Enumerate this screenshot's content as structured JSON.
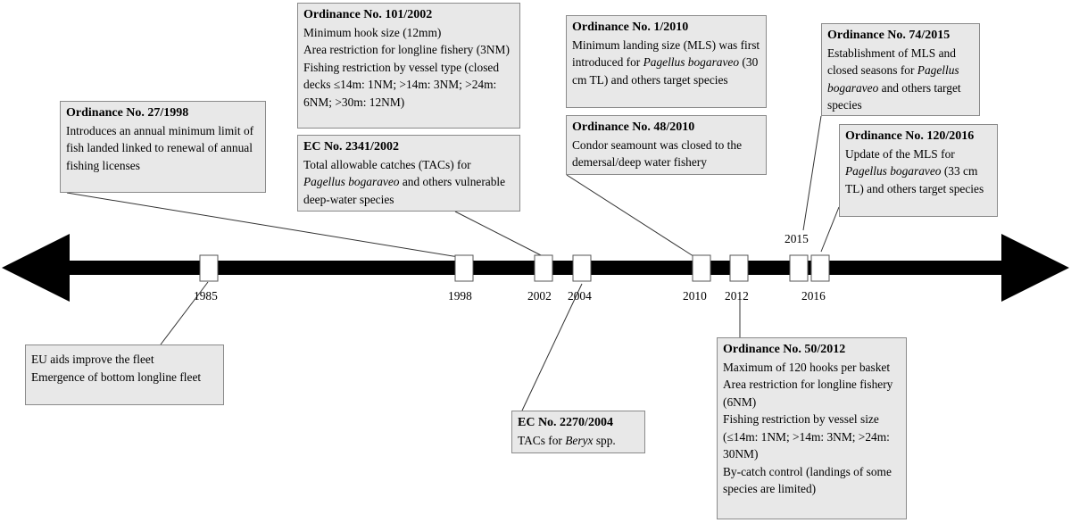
{
  "colors": {
    "box_fill": "#e8e8e8",
    "box_border": "#8a8a8a",
    "axis": "#000000",
    "connector": "#333333"
  },
  "timeline": {
    "years": [
      "1985",
      "1998",
      "2002",
      "2004",
      "2010",
      "2012",
      "2015",
      "2016"
    ]
  },
  "events": {
    "ord_27_1998": {
      "title": "Ordinance No. 27/1998",
      "lines": [
        "Introduces an annual minimum limit of fish landed linked to renewal of annual fishing licenses"
      ]
    },
    "ord_101_2002": {
      "title": "Ordinance No. 101/2002",
      "lines": [
        "Minimum hook size (12mm)",
        "Area restriction for longline fishery (3NM)",
        "Fishing restriction by vessel type (closed decks ≤14m: 1NM; >14m: 3NM; >24m: 6NM; >30m: 12NM)"
      ]
    },
    "ec_2341_2002": {
      "title": "EC No. 2341/2002",
      "line_pre": "Total allowable catches (TACs) for ",
      "line_italic": "Pagellus bogaraveo",
      "line_post": " and others vulnerable deep-water species"
    },
    "ord_1_2010": {
      "title": "Ordinance No. 1/2010",
      "line_pre": "Minimum landing size (MLS) was first introduced for ",
      "line_italic": "Pagellus bogaraveo",
      "line_post": " (30 cm TL) and others target species"
    },
    "ord_48_2010": {
      "title": "Ordinance No. 48/2010",
      "lines": [
        "Condor seamount was closed to the demersal/deep water fishery"
      ]
    },
    "ord_74_2015": {
      "title": "Ordinance No. 74/2015",
      "line_pre": "Establishment of MLS and closed seasons for ",
      "line_italic": "Pagellus bogaraveo",
      "line_post": " and others target species"
    },
    "ord_120_2016": {
      "title": "Ordinance No. 120/2016",
      "line_pre": "Update of the MLS for ",
      "line_italic": "Pagellus bogaraveo",
      "line_post": " (33 cm TL) and others target species"
    },
    "eu_1985": {
      "lines": [
        "EU aids improve the fleet",
        "Emergence of bottom longline fleet"
      ]
    },
    "ec_2270_2004": {
      "title": "EC No. 2270/2004",
      "line_pre": "TACs for ",
      "line_italic": "Beryx",
      "line_post": " spp."
    },
    "ord_50_2012": {
      "title": "Ordinance No. 50/2012",
      "lines": [
        "Maximum  of 120 hooks per basket",
        "Area restriction for longline fishery (6NM)",
        "Fishing restriction by vessel size (≤14m: 1NM; >14m: 3NM; >24m: 30NM)",
        "By-catch control (landings of some species are limited)"
      ]
    }
  }
}
